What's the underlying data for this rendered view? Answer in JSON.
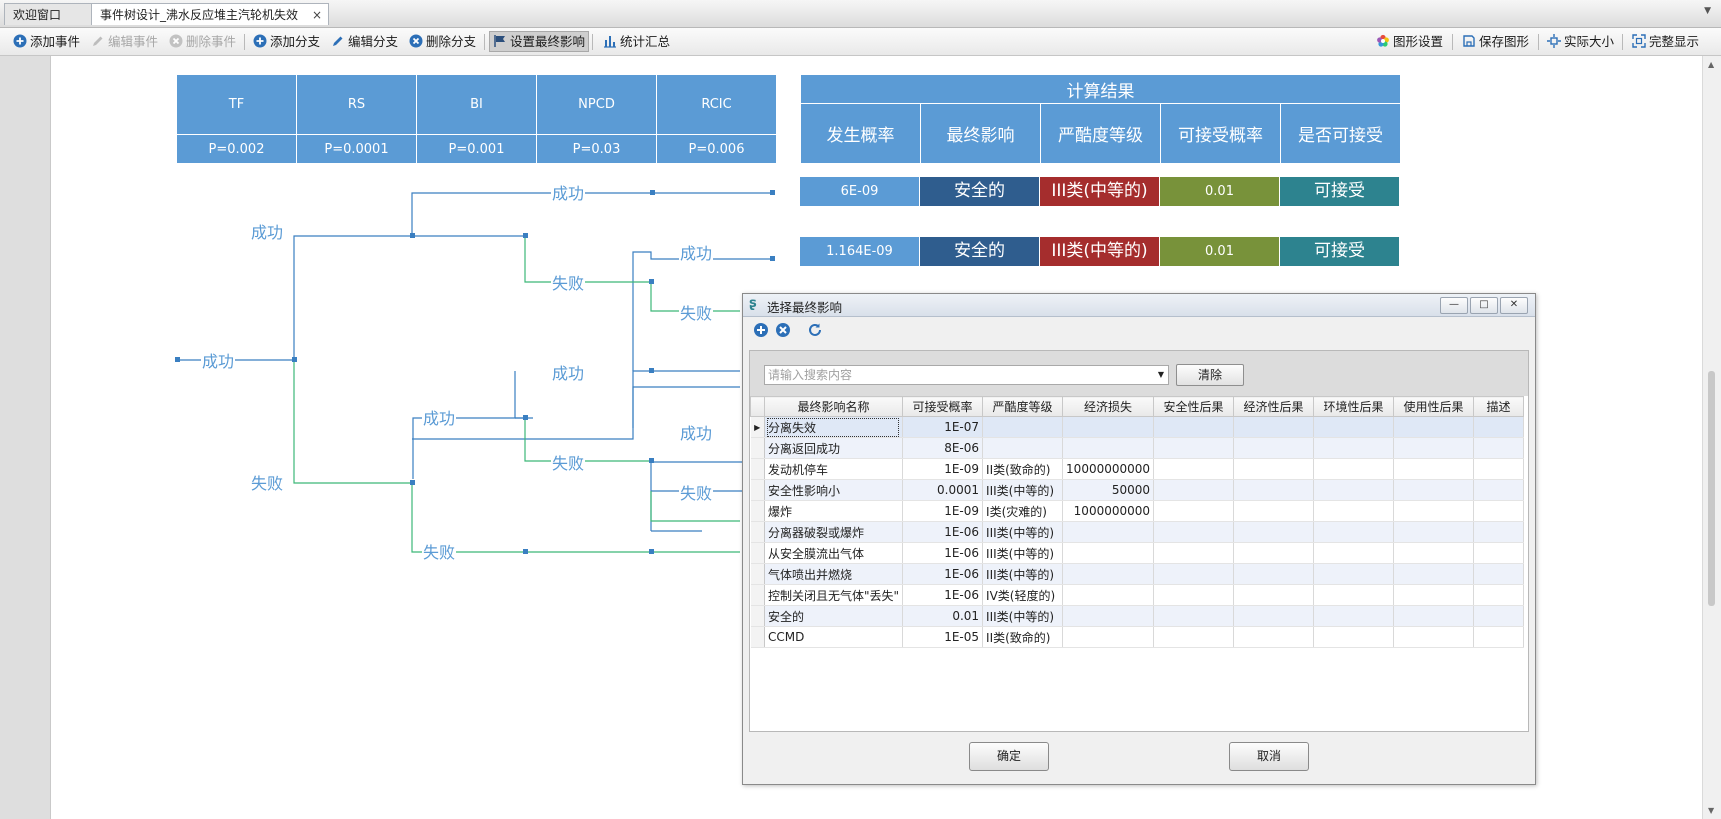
{
  "tabs": [
    {
      "label": "欢迎窗口"
    },
    {
      "label": "事件树设计_沸水反应堆主汽轮机失效",
      "close": "×"
    }
  ],
  "toolbar": {
    "left": [
      {
        "label": "添加事件",
        "icon": "plus-circle-icon",
        "enabled": true
      },
      {
        "label": "编辑事件",
        "icon": "pencil-icon",
        "enabled": false
      },
      {
        "label": "删除事件",
        "icon": "x-circle-icon",
        "enabled": false
      },
      {
        "label": "添加分支",
        "icon": "plus-circle-icon",
        "enabled": true
      },
      {
        "label": "编辑分支",
        "icon": "pencil-icon",
        "enabled": true
      },
      {
        "label": "删除分支",
        "icon": "x-circle-icon",
        "enabled": true
      },
      {
        "label": "设置最终影响",
        "icon": "flag-icon",
        "enabled": true
      },
      {
        "label": "统计汇总",
        "icon": "bar-chart-icon",
        "enabled": true
      }
    ],
    "right": [
      {
        "label": "图形设置",
        "icon": "color-wheel-icon"
      },
      {
        "label": "保存图形",
        "icon": "save-icon"
      },
      {
        "label": "实际大小",
        "icon": "actual-size-icon"
      },
      {
        "label": "完整显示",
        "icon": "fit-icon"
      }
    ]
  },
  "events": [
    {
      "name": "TF",
      "p": "P=0.002"
    },
    {
      "name": "RS",
      "p": "P=0.0001"
    },
    {
      "name": "BI",
      "p": "P=0.001"
    },
    {
      "name": "NPCD",
      "p": "P=0.03"
    },
    {
      "name": "RCIC",
      "p": "P=0.006"
    }
  ],
  "results": {
    "title": "计算结果",
    "headers": [
      "发生概率",
      "最终影响",
      "严酷度等级",
      "可接受概率",
      "是否可接受"
    ],
    "rows": [
      [
        "6E-09",
        "安全的",
        "III类(中等的)",
        "0.01",
        "可接受"
      ],
      [
        "1.164E-09",
        "安全的",
        "III类(中等的)",
        "0.01",
        "可接受"
      ]
    ]
  },
  "tree": {
    "success": "成功",
    "failure": "失败"
  },
  "dialog": {
    "title": "选择最终影响",
    "search_placeholder": "请输入搜索内容",
    "clear": "清除",
    "columns": [
      "最终影响名称",
      "可接受概率",
      "严酷度等级",
      "经济损失",
      "安全性后果",
      "经济性后果",
      "环境性后果",
      "使用性后果",
      "描述"
    ],
    "rows": [
      [
        "分离失效",
        "1E-07",
        "",
        ""
      ],
      [
        "分离返回成功",
        "8E-06",
        "",
        ""
      ],
      [
        "发动机停车",
        "1E-09",
        "II类(致命的)",
        "10000000000"
      ],
      [
        "安全性影响小",
        "0.0001",
        "III类(中等的)",
        "50000"
      ],
      [
        "爆炸",
        "1E-09",
        "I类(灾难的)",
        "1000000000"
      ],
      [
        "分离器破裂或爆炸",
        "1E-06",
        "III类(中等的)",
        ""
      ],
      [
        "从安全膜流出气体",
        "1E-06",
        "III类(中等的)",
        ""
      ],
      [
        "气体喷出并燃烧",
        "1E-06",
        "III类(中等的)",
        ""
      ],
      [
        "控制关闭且无气体\"丢失\"",
        "1E-06",
        "IV类(轻度的)",
        ""
      ],
      [
        "安全的",
        "0.01",
        "III类(中等的)",
        ""
      ],
      [
        "CCMD",
        "1E-05",
        "II类(致命的)",
        ""
      ]
    ],
    "ok": "确定",
    "cancel": "取消"
  },
  "colors": {
    "accent": "#5b9bd5",
    "success_line": "#3a7fc1",
    "failure_line": "#3cb878"
  }
}
